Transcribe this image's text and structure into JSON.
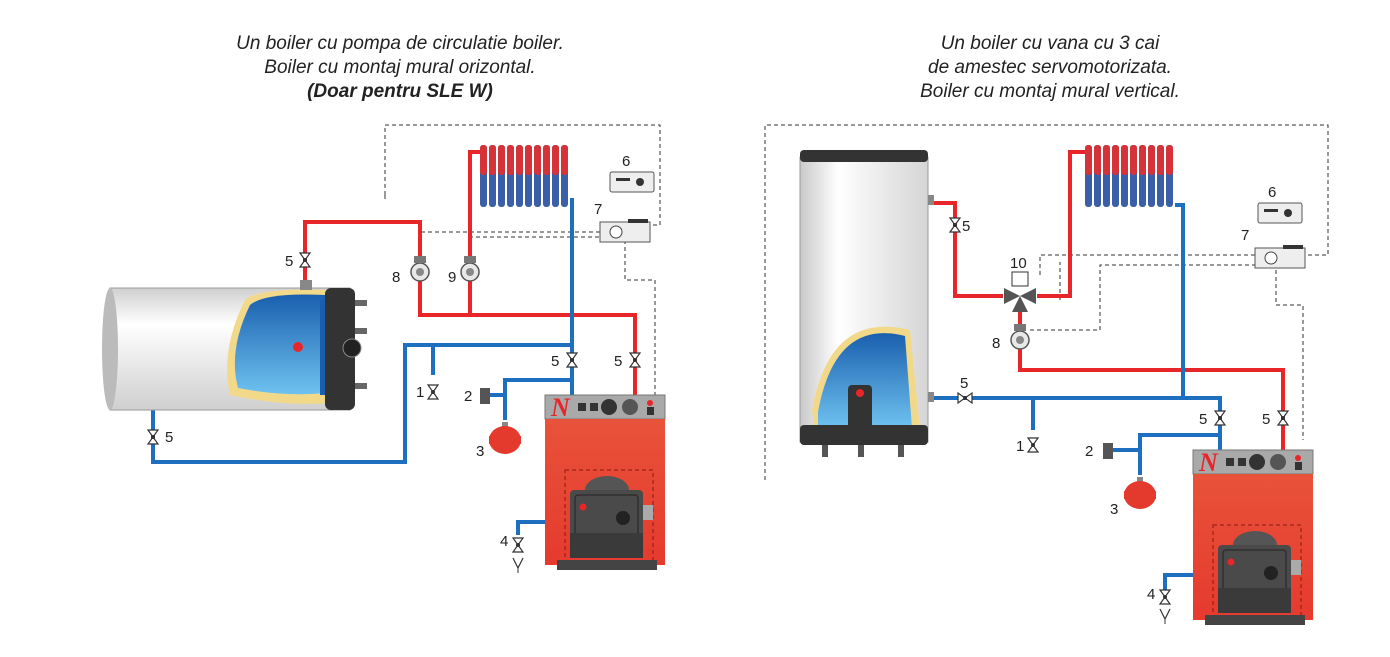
{
  "left_diagram": {
    "title_line1": "Un boiler cu pompa de circulatie boiler.",
    "title_line2": "Boiler cu montaj mural orizontal.",
    "title_line3": "(Doar pentru SLE W)",
    "labels": {
      "l1": "1",
      "l2": "2",
      "l3": "3",
      "l4": "4",
      "l5a": "5",
      "l5b": "5",
      "l5c": "5",
      "l5d": "5",
      "l6": "6",
      "l7": "7",
      "l8": "8",
      "l9": "9"
    }
  },
  "right_diagram": {
    "title_line1": "Un boiler cu vana cu 3 cai",
    "title_line2": "de amestec servomotorizata.",
    "title_line3": "Boiler cu montaj mural vertical.",
    "labels": {
      "l1": "1",
      "l2": "2",
      "l3": "3",
      "l4": "4",
      "l5a": "5",
      "l5b": "5",
      "l5c": "5",
      "l5d": "5",
      "l6": "6",
      "l7": "7",
      "l8": "8",
      "l10": "10"
    }
  },
  "colors": {
    "hot_pipe": "#e8262a",
    "cold_pipe": "#1e6fc0",
    "boiler_body": "#e8523a",
    "tank_water": "#2f8fd8"
  },
  "boiler_logo": "N"
}
